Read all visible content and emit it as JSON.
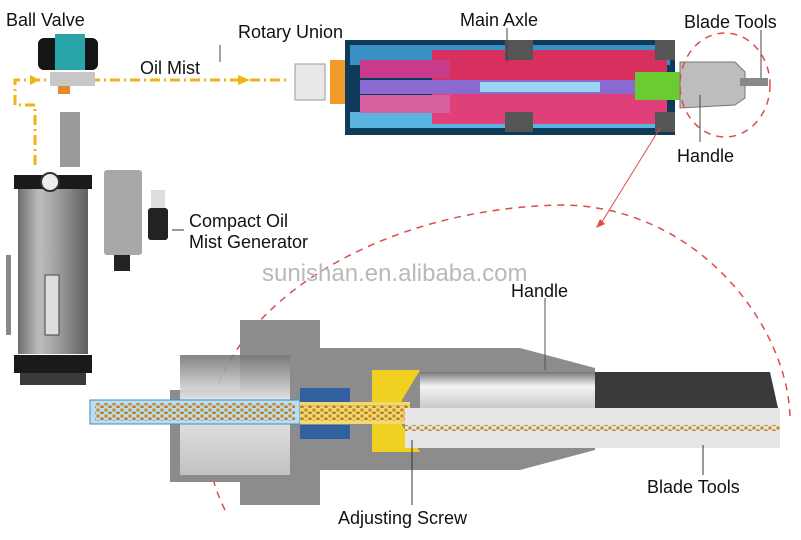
{
  "labels": {
    "ball_valve": "Ball Valve",
    "oil_mist": "Oil Mist",
    "rotary_union": "Rotary Union",
    "main_axle": "Main Axle",
    "blade_tools_top": "Blade Tools",
    "handle_top": "Handle",
    "compact_line1": "Compact Oil",
    "compact_line2": "Mist Generator",
    "handle_bottom": "Handle",
    "blade_tools_bottom": "Blade Tools",
    "adjusting_screw": "Adjusting Screw"
  },
  "watermark": "sunishan.en.alibaba.com",
  "colors": {
    "oil_line": "#f2b318",
    "callout_dash": "#e04a4a",
    "spindle_blue": "#3a8fc4",
    "spindle_dark": "#0f3b5a",
    "spindle_pink": "#d8305e",
    "holder_gray": "#8c8c8c",
    "screw_yellow": "#f0d020"
  }
}
